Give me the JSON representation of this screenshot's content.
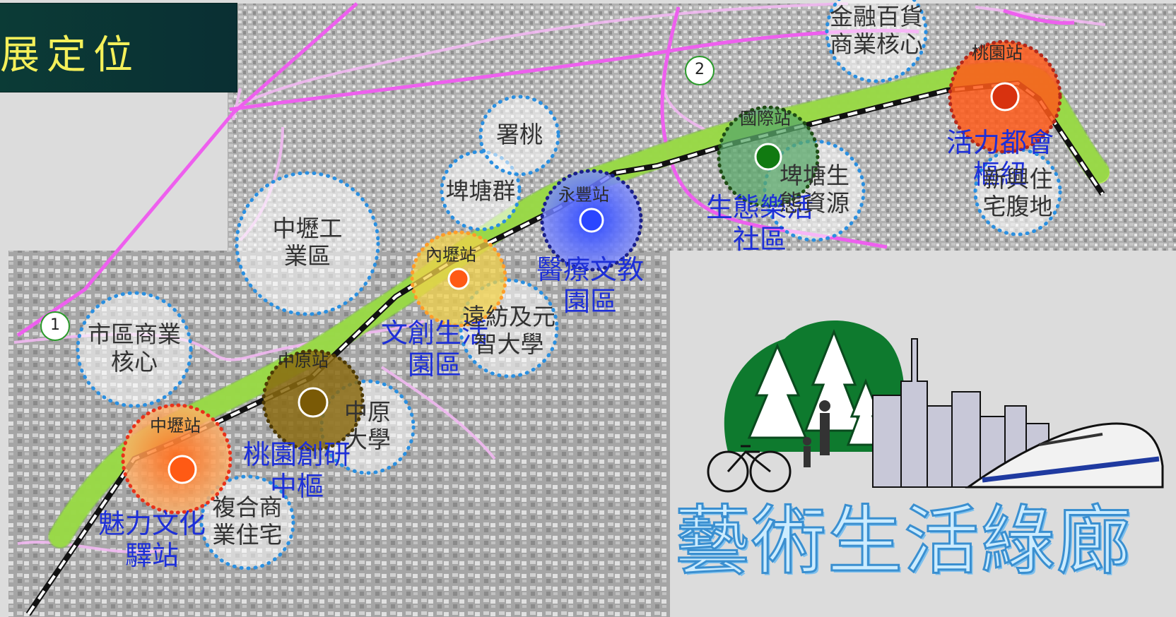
{
  "title": "展定位",
  "route_markers": [
    "1",
    "2"
  ],
  "stations": [
    "中壢站",
    "中原站",
    "內壢站",
    "永豐站",
    "國際站",
    "桃園站"
  ],
  "nodes": {
    "zhongli": [
      "魅力文化",
      "驛站"
    ],
    "zhongyuan": [
      "桃園創研",
      "中樞"
    ],
    "neili": [
      "文創生活",
      "園區"
    ],
    "yongfeng": [
      "醫療文教",
      "園區"
    ],
    "guoji": [
      "生態樂活",
      "社區"
    ],
    "taoyuan": [
      "活力都會",
      "樞紐"
    ]
  },
  "areas": {
    "shuqu": [
      "市區商業",
      "核心"
    ],
    "fuhe": [
      "複合商",
      "業住宅"
    ],
    "cyu": [
      "中原",
      "大學"
    ],
    "industrial": [
      "中壢工",
      "業區"
    ],
    "yuandong": [
      "遠紡及元",
      "智大學"
    ],
    "pitangqun": [
      "埤塘群"
    ],
    "shutao": [
      "署桃"
    ],
    "pitang_eco": [
      "埤塘生",
      "態資源"
    ],
    "finance": [
      "金融百貨",
      "商業核心"
    ],
    "newres": [
      "新興住",
      "宅腹地"
    ]
  },
  "corridor_title": "藝術生活綠廊",
  "colors": {
    "title_bg": "#0b3b36",
    "title_text": "#f4f05a",
    "node_label": "#1d2fd8",
    "dotted_circle": "#2a8fe0",
    "corridor_fill": "#b8f05a",
    "highway": "#e65ce6"
  }
}
